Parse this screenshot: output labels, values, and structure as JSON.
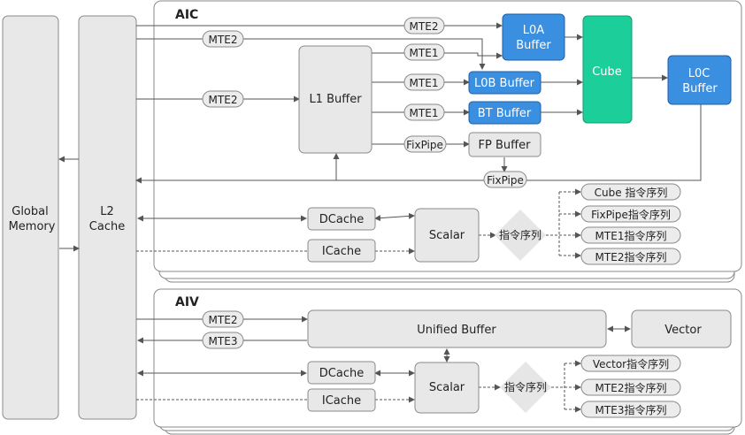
{
  "global_memory": {
    "line1": "Global",
    "line2": "Memory"
  },
  "l2_cache": {
    "line1": "L2",
    "line2": "Cache"
  },
  "aic": {
    "title": "AIC",
    "l1_buffer": "L1 Buffer",
    "l0a": {
      "line1": "L0A",
      "line2": "Buffer"
    },
    "l0b": "L0B Buffer",
    "bt": "BT Buffer",
    "fp": "FP Buffer",
    "cube": "Cube",
    "l0c": {
      "line1": "L0C",
      "line2": "Buffer"
    },
    "mte2_a": "MTE2",
    "mte2_b": "MTE2",
    "mte2_c": "MTE2",
    "mte1_a": "MTE1",
    "mte1_b": "MTE1",
    "mte1_c": "MTE1",
    "fixpipe_a": "FixPipe",
    "fixpipe_b": "FixPipe",
    "dcache": "DCache",
    "icache": "ICache",
    "scalar": "Scalar",
    "seq": "指令序列",
    "queues": [
      "Cube 指令序列",
      "FixPipe指令序列",
      "MTE1指令序列",
      "MTE2指令序列"
    ]
  },
  "aiv": {
    "title": "AIV",
    "unified_buffer": "Unified Buffer",
    "vector": "Vector",
    "mte2": "MTE2",
    "mte3": "MTE3",
    "dcache": "DCache",
    "icache": "ICache",
    "scalar": "Scalar",
    "seq": "指令序列",
    "queues": [
      "Vector指令序列",
      "MTE2指令序列",
      "MTE3指令序列"
    ]
  },
  "colors": {
    "buffer_blue": "#3b8fe0",
    "cube_green": "#1ccf9a",
    "box_gray": "#e8e8e8"
  }
}
